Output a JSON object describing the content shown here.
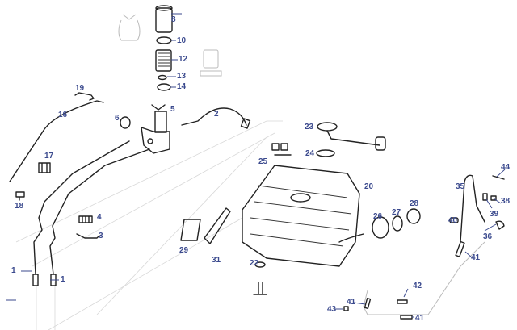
{
  "diagram": {
    "title": "Fuel system exploded parts diagram",
    "label_color": "#3b4a8e",
    "callouts": [
      {
        "id": "c1a",
        "text": "1",
        "part": "fuel-line-left"
      },
      {
        "id": "c1b",
        "text": "1",
        "part": "fuel-line-right"
      },
      {
        "id": "c2",
        "text": "2",
        "part": "flexible-fuel-hose"
      },
      {
        "id": "c3",
        "text": "3",
        "part": "line-bracket"
      },
      {
        "id": "c4",
        "text": "4",
        "part": "line-clip"
      },
      {
        "id": "c5",
        "text": "5",
        "part": "fuel-pump"
      },
      {
        "id": "c6",
        "text": "6",
        "part": "grommet"
      },
      {
        "id": "c8",
        "text": "8",
        "part": "filter-bowl"
      },
      {
        "id": "c10",
        "text": "10",
        "part": "bowl-seal"
      },
      {
        "id": "c12",
        "text": "12",
        "part": "filter-element"
      },
      {
        "id": "c13",
        "text": "13",
        "part": "o-ring-small"
      },
      {
        "id": "c14",
        "text": "14",
        "part": "o-ring-large"
      },
      {
        "id": "c16",
        "text": "16",
        "part": "vent-rod"
      },
      {
        "id": "c17",
        "text": "17",
        "part": "rubber-bush"
      },
      {
        "id": "c18",
        "text": "18",
        "part": "clip-fastener"
      },
      {
        "id": "c19",
        "text": "19",
        "part": "mount-clip"
      },
      {
        "id": "c20",
        "text": "20",
        "part": "fuel-tank"
      },
      {
        "id": "c22",
        "text": "22",
        "part": "drain-plug"
      },
      {
        "id": "c23",
        "text": "23",
        "part": "sender-unit"
      },
      {
        "id": "c24",
        "text": "24",
        "part": "sender-gasket"
      },
      {
        "id": "c25",
        "text": "25",
        "part": "hose-clamps"
      },
      {
        "id": "c26",
        "text": "26",
        "part": "filler-neck-grommet"
      },
      {
        "id": "c27",
        "text": "27",
        "part": "filler-seal"
      },
      {
        "id": "c28",
        "text": "28",
        "part": "filler-cap"
      },
      {
        "id": "c29",
        "text": "29",
        "part": "tank-pad"
      },
      {
        "id": "c31",
        "text": "31",
        "part": "tank-strap-pad"
      },
      {
        "id": "c35",
        "text": "35",
        "part": "vent-pipe"
      },
      {
        "id": "c36",
        "text": "36",
        "part": "banjo-fitting"
      },
      {
        "id": "c38",
        "text": "38",
        "part": "pipe-clip"
      },
      {
        "id": "c39",
        "text": "39",
        "part": "rubber-sleeve"
      },
      {
        "id": "c40",
        "text": "40",
        "part": "grommet-block"
      },
      {
        "id": "c41a",
        "text": "41",
        "part": "hose-upper"
      },
      {
        "id": "c41b",
        "text": "41",
        "part": "hose-left"
      },
      {
        "id": "c41c",
        "text": "41",
        "part": "hose-bottom"
      },
      {
        "id": "c42",
        "text": "42",
        "part": "clip"
      },
      {
        "id": "c43",
        "text": "43",
        "part": "nut"
      },
      {
        "id": "c44",
        "text": "44",
        "part": "washers-bolt"
      }
    ]
  }
}
